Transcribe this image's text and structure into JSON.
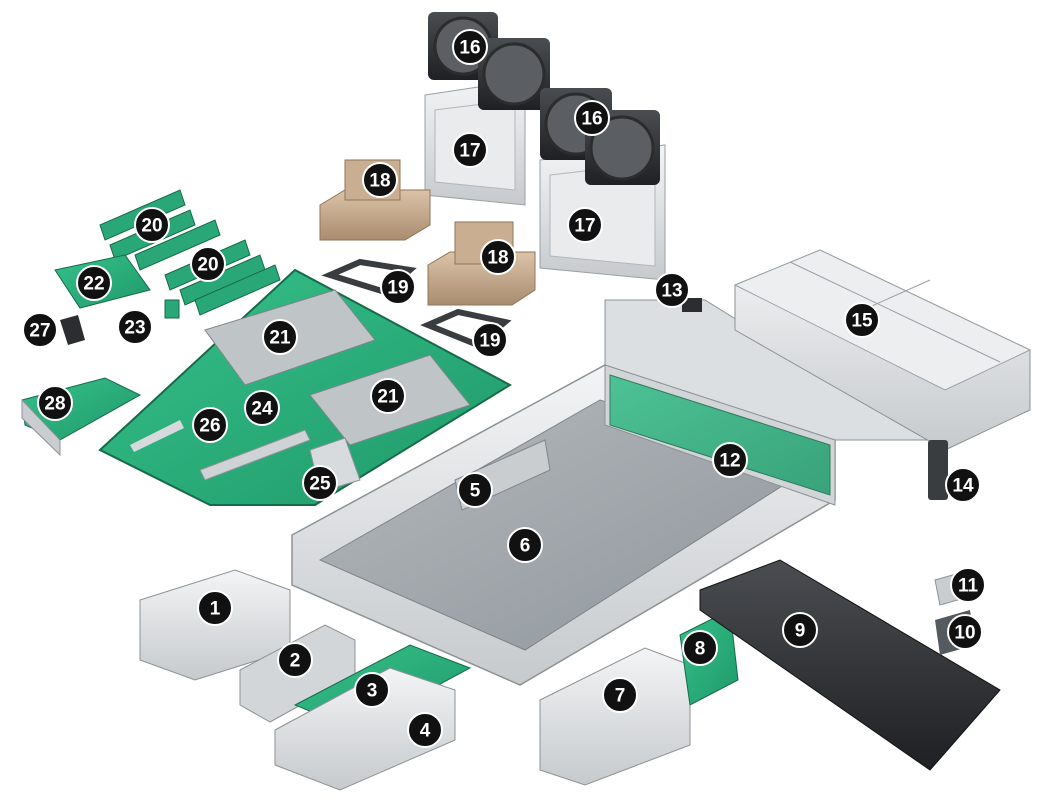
{
  "diagram": {
    "callouts": [
      "1",
      "2",
      "3",
      "4",
      "5",
      "6",
      "7",
      "8",
      "9",
      "10",
      "11",
      "12",
      "13",
      "14",
      "15",
      "16",
      "16",
      "17",
      "17",
      "18",
      "18",
      "19",
      "19",
      "20",
      "20",
      "21",
      "21",
      "22",
      "23",
      "24",
      "25",
      "26",
      "27",
      "28"
    ]
  },
  "colors": {
    "board_green": "#2bb47f",
    "board_edge": "#1f8f63",
    "chassis_light": "#e7e9ea",
    "chassis_mid": "#c9cdd0",
    "chassis_floor": "#9ea4a9",
    "dark_plastic": "#2b2d30",
    "fan_dark": "#3a3d40",
    "heatsink_tan": "#c4a88a",
    "callout_bg": "#111111",
    "callout_text": "#ffffff"
  }
}
